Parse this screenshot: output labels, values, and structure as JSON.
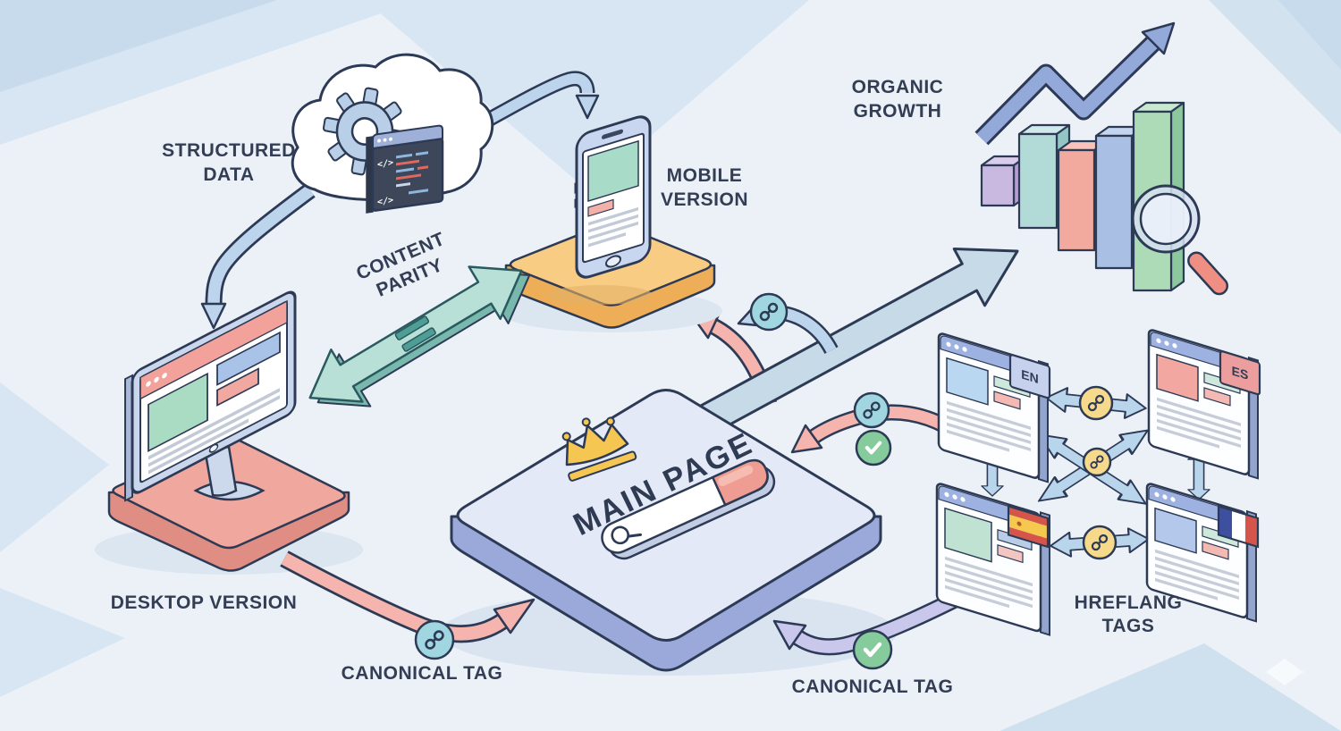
{
  "diagram": {
    "title": "SEO technical structure illustration",
    "labels": {
      "structured_data_1": "STRUCTURED",
      "structured_data_2": "DATA",
      "mobile_version_1": "MOBILE",
      "mobile_version_2": "VERSION",
      "content_parity_1": "CONTENT",
      "content_parity_2": "PARITY",
      "desktop_version": "DESKTOP VERSION",
      "canonical_tag_left": "CANONICAL TAG",
      "canonical_tag_bottom": "CANONICAL TAG",
      "main_page": "MAIN PAGE",
      "organic_growth_1": "ORGANIC",
      "organic_growth_2": "GROWTH",
      "hreflang_1": "HREFLANG",
      "hreflang_2": "TAGS",
      "tag_en": "EN",
      "tag_es": "ES",
      "code_glyph_1": "</>",
      "code_glyph_2": "</>"
    },
    "icons": {
      "cloud": "cloud",
      "gear": "gear",
      "code_window": "code-window",
      "link": "chain-link",
      "check": "checkmark",
      "crown": "crown",
      "search": "magnifier",
      "magnifying_glass": "magnifier",
      "growth_arrow": "zigzag-arrow",
      "equals": "equals-sign",
      "flag_spain": "spain-flag",
      "flag_france": "france-flag"
    },
    "colors": {
      "background": "#ecf1f8",
      "outline": "#2d3a55",
      "text": "#333e55",
      "platform_main": "#e4e9f7",
      "platform_main_side": "#9aa8da",
      "platform_desktop": "#efa79e",
      "platform_desktop_side": "#e08d84",
      "platform_mobile": "#f8cc83",
      "platform_mobile_side": "#eeae57",
      "beam": "#c6dbe7",
      "blue_arrow": "#bcd4ec",
      "pink_arrow": "#f5b5ae",
      "purple_arrow": "#c9c8ec",
      "teal_arrow": "#b9e0d6",
      "zigzag_arrow": "#93a9da",
      "link_badge": "#a0d6df",
      "link_badge_yellow": "#f6d98a",
      "check_badge": "#85cb9b",
      "crown": "#f6c653",
      "search_cap": "#ef9d93",
      "bar_purple": "#c9b8e0",
      "bar_teal": "#b2dbd8",
      "bar_salmon": "#f2a99e",
      "bar_blue": "#a9c0e4",
      "bar_green": "#addbb8",
      "flag_es": [
        "#d6554a",
        "#f5c94e",
        "#d6554a"
      ],
      "flag_fr": [
        "#3d4f9f",
        "#ffffff",
        "#d6554a"
      ]
    },
    "growth_bars": [
      "purple-cube",
      "teal-bar",
      "salmon-bar",
      "blue-bar",
      "green-bar"
    ]
  }
}
